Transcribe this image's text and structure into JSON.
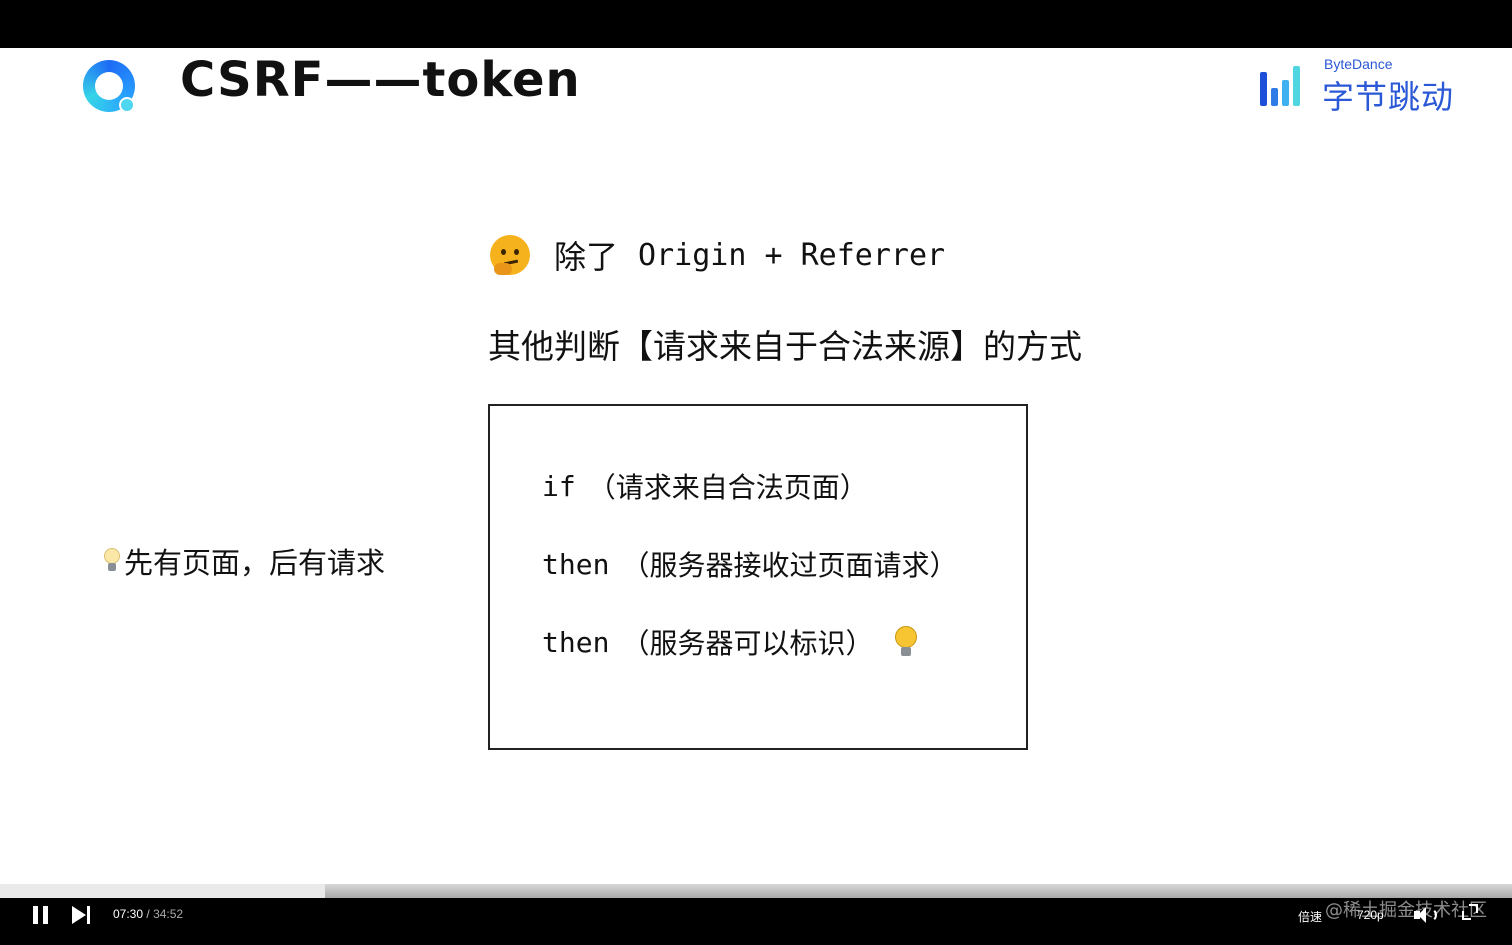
{
  "slide": {
    "title": "CSRF——token",
    "brand": {
      "en": "ByteDance",
      "cn": "字节跳动",
      "colors": [
        "#1e4fd8",
        "#2f7be8",
        "#3fb0f0",
        "#4fd6e0"
      ]
    },
    "line1": {
      "emoji": "thinking-face-icon",
      "cn": "除了",
      "code": "Origin + Referrer"
    },
    "line2": "其他判断【请求来自于合法来源】的方式",
    "code_box": {
      "lines": [
        {
          "kw": "if",
          "text": "（请求来自合法页面）"
        },
        {
          "kw": "then",
          "text": "（服务器接收过页面请求）"
        },
        {
          "kw": "then",
          "text": "（服务器可以标识）"
        }
      ]
    },
    "side_note": "先有页面，后有请求"
  },
  "player": {
    "current_time": "07:30",
    "separator": "/",
    "duration": "34:52",
    "progress_fraction": 0.215,
    "speed_label": "倍速",
    "quality_label": "720p"
  },
  "watermark": "@稀土掘金技术社区"
}
